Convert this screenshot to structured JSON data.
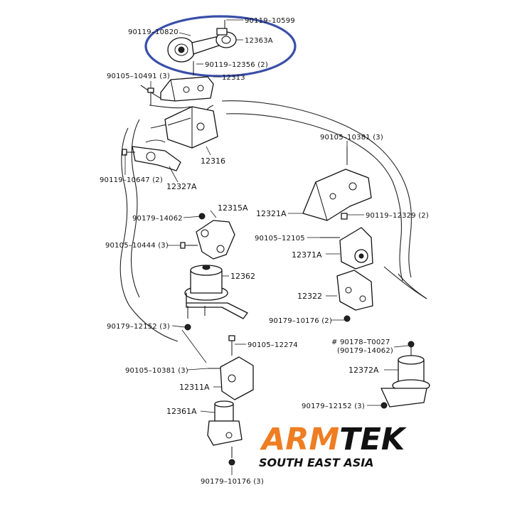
{
  "labels": {
    "p90119_10599": "90119–10599",
    "p90119_10820": "90119–10820",
    "p12363A": "12363A",
    "p90119_12356": "90119–12356 (2)",
    "p90105_10491": "90105–10491 (3)",
    "p12313": "12313",
    "p12316": "12316",
    "p90105_10381_top": "90105–10381 (3)",
    "p90119_10647": "90119–10647 (2)",
    "p12327A": "12327A",
    "p12315A": "12315A",
    "p90179_14062": "90179–14062",
    "p90105_10444": "90105–10444 (3)",
    "p12362": "12362",
    "p12321A": "12321A",
    "p90119_12329": "90119–12329 (2)",
    "p90105_12105": "90105–12105",
    "p12371A": "12371A",
    "p12322": "12322",
    "p90179_10176_mid": "90179–10176 (2)",
    "p90179_12152_left": "90179–12152 (3)",
    "p90105_12274": "90105–12274",
    "p90178_T0027": "# 90178–T0027",
    "p90179_14062_paren": "(90179–14062)",
    "p90105_10381_low": "90105–10381 (3)",
    "p12372A": "12372A",
    "p12311A": "12311A",
    "p90179_12152_right": "90179–12152 (3)",
    "p12361A": "12361A",
    "p90179_10176_bottom": "90179–10176 (3)"
  },
  "brand": {
    "part1": "ARM",
    "part2": "TEK",
    "subtitle": "SOUTH EAST ASIA",
    "accent_color": "#ef7d22"
  },
  "highlight": {
    "color": "#3a4fa8",
    "target": "12363A"
  }
}
